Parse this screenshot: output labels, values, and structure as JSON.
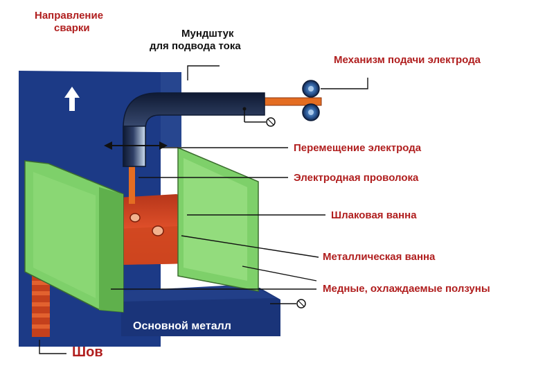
{
  "labels": {
    "welding_direction_line1": "Направление",
    "welding_direction_line2": "сварки",
    "nozzle_line1": "Мундштук",
    "nozzle_line2": "для подвода тока",
    "feed_mechanism": "Механизм подачи электрода",
    "electrode_movement": "Перемещение электрода",
    "electrode_wire": "Электродная проволока",
    "slag_pool": "Шлаковая ванна",
    "metal_pool": "Металлическая ванна",
    "copper_sliders": "Медные, охлаждаемые ползуны",
    "base_metal": "Основной металл",
    "seam": "Шов"
  },
  "colors": {
    "label_red": "#b01e1e",
    "base_metal_blue": "#1c3a86",
    "copper_slider_green": "#7ed06a",
    "slag_red": "#d8441f",
    "electrode_orange": "#e46d22",
    "nozzle_light": "#c6d9ef",
    "nozzle_dark": "#1d2a45"
  }
}
